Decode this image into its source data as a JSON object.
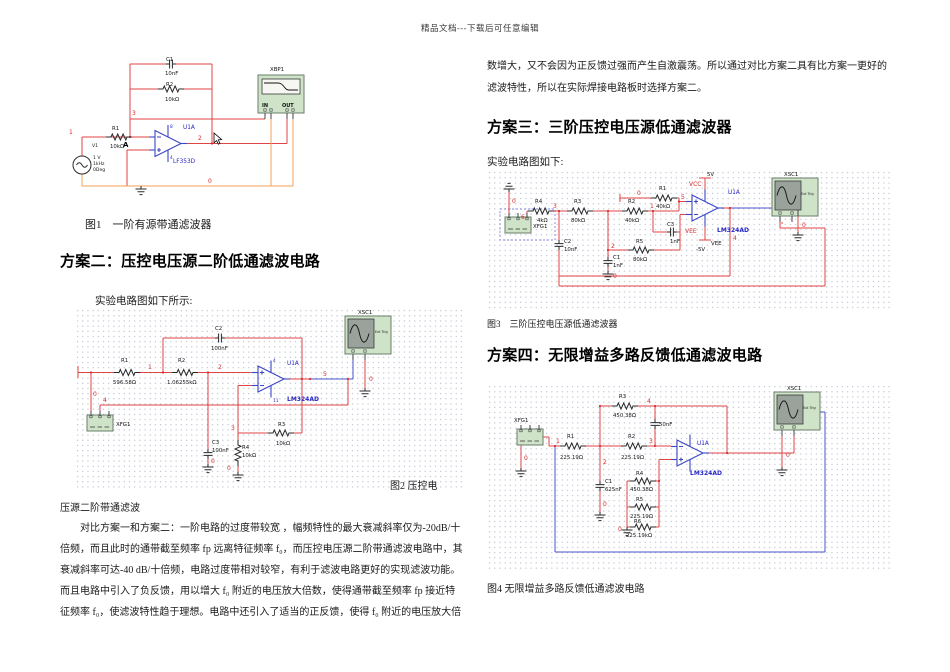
{
  "header": {
    "text": "精品文档---下载后可任意编辑"
  },
  "left": {
    "fig1_caption": "图1　一阶有源带通滤波器",
    "heading2": "方案二：压控电压源二阶低通滤波电路",
    "lead2": "实验电路图如下所示:",
    "fig2_caption": "图2 压控电",
    "fig2_caption_cont": "压源二阶带通滤波",
    "para": {
      "l1": "对比方案一和方案二：一阶电路的过度带较宽 ，幅频特性的最大衰减斜率仅为-20dB/十",
      "l2": "倍频，而且此时的通带截至频率 fp 远离特征频率 f₀，而压控电压源二阶带通滤波电路中，其",
      "l3": "衰减斜率可达-40 dB/十倍频，电路过度带相对较窄，有利于滤波电路更好的实现滤波功能。",
      "l4": "而且电路中引入了负反馈，用以增大 f₀ 附近的电压放大倍数，使得通带截至频率 fp 接近特",
      "l5": "征频率 f₀，使滤波特性趋于理想。电路中还引入了适当的正反馈，使得 f₀ 附近的电压放大倍"
    }
  },
  "right": {
    "para": {
      "l1": "数增大，又不会因为正反馈过强而产生自激震荡。所以通过对比方案二具有比方案一更好的",
      "l2": "滤波特性，所以在实际焊接电路板时选择方案二。"
    },
    "heading3": "方案三：三阶压控电压源低通滤波器",
    "lead3": "实验电路图如下:",
    "fig3_caption": "图3　三阶压控电压源低通滤波器",
    "heading4": "方案四：无限增益多路反馈低通滤波电路",
    "fig4_caption": "图4 无限增益多路反馈低通滤波电路"
  },
  "fig1": {
    "v1": "V1",
    "v1a": "1 V",
    "v1b": "1kHz",
    "v1c": "0Deg",
    "r1": "R1",
    "r1v": "10kΩ",
    "r2": "R2",
    "r2v": "10kΩ",
    "c1": "C1",
    "c1v": "10nF",
    "u": "U1A",
    "um": "LF353D",
    "pin_top": "8",
    "pin_bot": "4",
    "node_a": "A",
    "xbp": "XBP1",
    "in": "IN",
    "out": "OUT",
    "n1": "1",
    "n2": "2",
    "n3": "3",
    "n0": "0"
  },
  "fig2": {
    "r1": "R1",
    "r1v": "596.58Ω",
    "r2": "R2",
    "r2v": "1.06255kΩ",
    "r3": "R3",
    "r3v": "10kΩ",
    "r4": "R4",
    "r4v": "10kΩ",
    "c2": "C2",
    "c2v": "100nF",
    "c3": "C3",
    "c3v": "100nF",
    "u": "U1A",
    "um": "LM324AD",
    "pin_top": "4",
    "pin_bot": "11",
    "xfg": "XFG1",
    "xsc": "XSC1",
    "ext": "Ext Trig",
    "n1": "1",
    "n2": "2",
    "n3": "3",
    "n4": "4",
    "n5": "5",
    "n0a": "0",
    "n0b": "0",
    "n0c": "0",
    "n0d": "0"
  },
  "fig3": {
    "r1": "R1",
    "r1v": "40kΩ",
    "r2": "R2",
    "r2v": "40kΩ",
    "r3": "R3",
    "r3v": "80kΩ",
    "r4": "R4",
    "r4v": "4kΩ",
    "r5": "R5",
    "r5v": "80kΩ",
    "c1": "C1",
    "c1v": "1nF",
    "c2": "C2",
    "c2v": "10nF",
    "c3": "C3",
    "c3v": "1nF",
    "u": "U1A",
    "um": "LM324AD",
    "vcc": "VCC",
    "vccv": "5V",
    "vee": "VEE",
    "vee2": "VEE",
    "veev": "-5V",
    "xfg": "XFG1",
    "xsc": "XSC1",
    "ext": "Ext Trig",
    "n1": "1",
    "n2": "2",
    "n3": "3",
    "n4": "4",
    "n5": "5",
    "n6": "6",
    "n0a": "0",
    "n0b": "0",
    "n0c": "0",
    "n0d": "0"
  },
  "fig4": {
    "r1": "R1",
    "r1v": "225.19Ω",
    "r2": "R2",
    "r2v": "225.19Ω",
    "r3": "R3",
    "r3v": "450.38Ω",
    "r4": "R4",
    "r4v": "450.38Ω",
    "r5": "R5",
    "r5v": "225.19Ω",
    "r6": "R6",
    "r6v": "225.19kΩ",
    "c1": "C1",
    "c1v": "625nF",
    "c2v": "50nF",
    "u": "U1A",
    "um": "LM324AD",
    "xfg": "XFG1",
    "xsc": "XSC1",
    "ext": "Ext Trig",
    "n1": "1",
    "n2": "2",
    "n3": "3",
    "n4": "4",
    "n0a": "0",
    "n0b": "0",
    "n0c": "0",
    "n0d": "0"
  }
}
